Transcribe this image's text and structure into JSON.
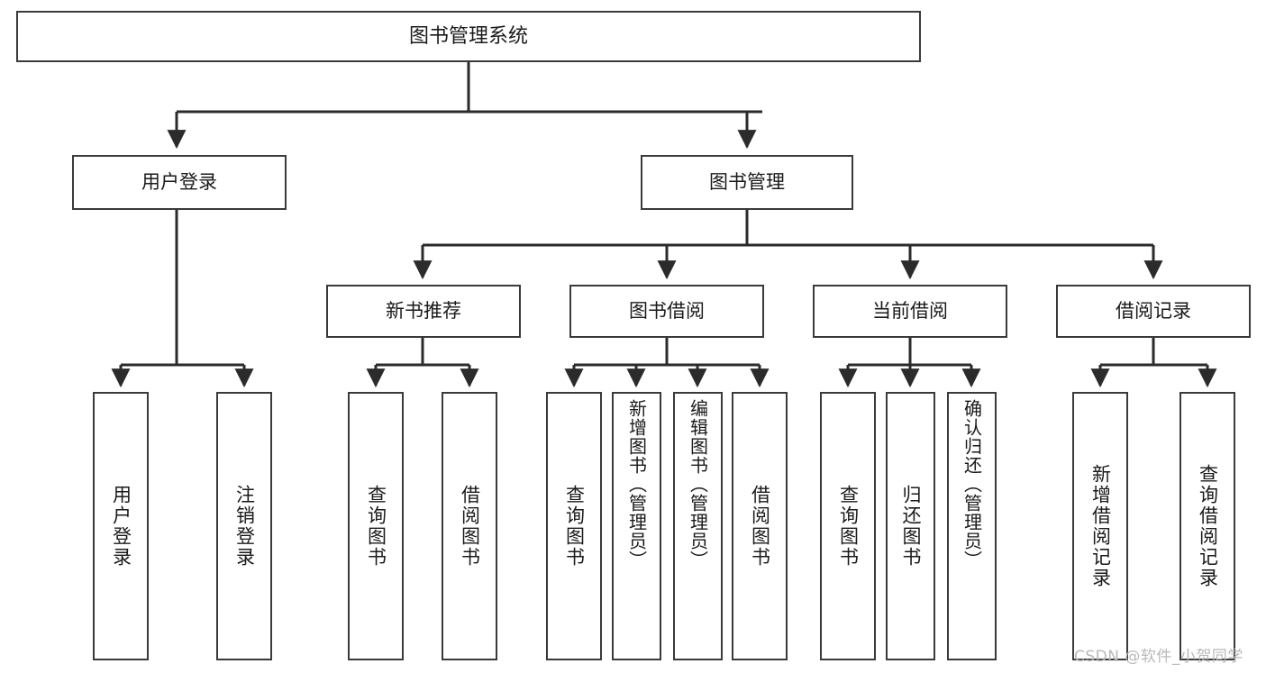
{
  "diagram": {
    "title": "图书管理系统",
    "type": "tree-hierarchy",
    "watermark": "CSDN @软件_小贺同学",
    "colors": {
      "background": "#ffffff",
      "node_border": "#3a3a3a",
      "node_fill": "#ffffff",
      "edge": "#2b2b2b",
      "text": "#1a1a1a",
      "watermark": "#b9b9b9"
    },
    "root": {
      "label": "图书管理系统"
    },
    "level1": [
      {
        "label": "用户登录"
      },
      {
        "label": "图书管理"
      }
    ],
    "level2": [
      {
        "label": "新书推荐"
      },
      {
        "label": "图书借阅"
      },
      {
        "label": "当前借阅"
      },
      {
        "label": "借阅记录"
      }
    ],
    "leaves": {
      "user_login": [
        {
          "label": "用户登录"
        },
        {
          "label": "注销登录"
        }
      ],
      "new_book_recommend": [
        {
          "label": "查询图书"
        },
        {
          "label": "借阅图书"
        }
      ],
      "book_borrow": [
        {
          "label": "查询图书"
        },
        {
          "label": "新增图书（管理员）"
        },
        {
          "label": "编辑图书（管理员）"
        },
        {
          "label": "借阅图书"
        }
      ],
      "current_borrow": [
        {
          "label": "查询图书"
        },
        {
          "label": "归还图书"
        },
        {
          "label": "确认归还（管理员）"
        }
      ],
      "borrow_record": [
        {
          "label": "新增借阅记录"
        },
        {
          "label": "查询借阅记录"
        }
      ]
    }
  }
}
